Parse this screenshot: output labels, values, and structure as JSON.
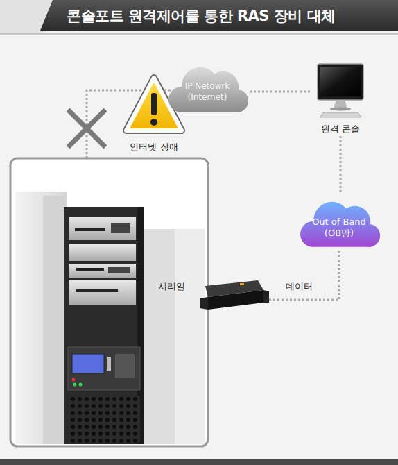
{
  "diagram": {
    "title": "콘솔포트 원격제어를 통한 RAS 장비 대체",
    "nodes": [
      {
        "text": [
          "인터넷 장애"
        ]
      },
      {
        "text": [
          "IP Netowrk (Internet)"
        ]
      },
      {
        "text": [
          "원격 콘솔"
        ]
      },
      {
        "text": [
          "Out of Band (OB망)"
        ]
      }
    ],
    "edges": [
      {
        "from": 1,
        "to": 2,
        "arrow": "none"
      },
      {
        "from": 2,
        "to": 3,
        "arrow": "none"
      }
    ],
    "labels": [
      "시리얼",
      "데이터"
    ]
  }
}
